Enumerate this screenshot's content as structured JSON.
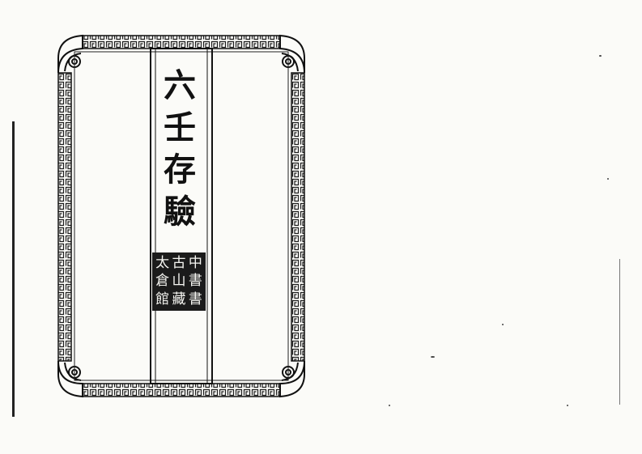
{
  "title": {
    "chars": [
      "六",
      "壬",
      "存",
      "驗"
    ]
  },
  "seal": {
    "chars": [
      "太",
      "古",
      "中",
      "倉",
      "山",
      "書",
      "館",
      "藏",
      "書"
    ]
  }
}
